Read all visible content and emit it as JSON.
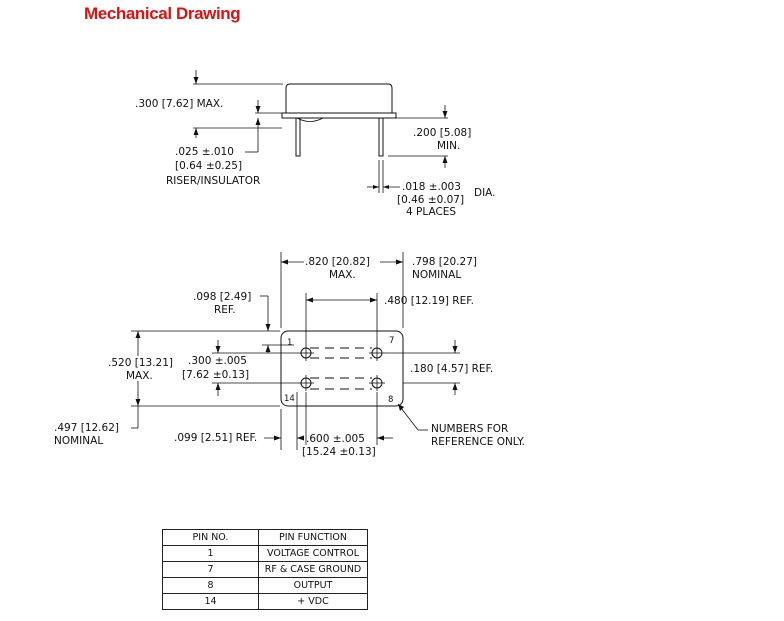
{
  "title": "Mechanical Drawing",
  "side_view": {
    "height_label": ".300 [7.62] MAX.",
    "riser_line1": ".025 ±.010",
    "riser_line2": "[0.64 ±0.25]",
    "riser_line3": "RISER/INSULATOR",
    "pin_length_line1": ".200 [5.08]",
    "pin_length_line2": "MIN.",
    "pin_dia_line1": ".018 ±.003",
    "pin_dia_line2": "[0.46 ±0.07]",
    "pin_dia_suffix": "DIA.",
    "pin_dia_line3": "4 PLACES"
  },
  "top_view": {
    "length_max_line1": ".820 [20.82]",
    "length_max_line2": "MAX.",
    "length_nom_line1": ".798 [20.27]",
    "length_nom_line2": "NOMINAL",
    "offset_top_line1": ".098 [2.49]",
    "offset_top_line2": "REF.",
    "inner_span": ".480 [12.19] REF.",
    "width_max_line1": ".520 [13.21]",
    "width_max_line2": "MAX.",
    "row_spacing_line1": ".300 ±.005",
    "row_spacing_line2": "[7.62 ±0.13]",
    "pin_offset_right": ".180 [4.57] REF.",
    "width_nom_line1": ".497 [12.62]",
    "width_nom_line2": "NOMINAL",
    "offset_bottom": ".099 [2.51] REF.",
    "pin_span_line1": ".600 ±.005",
    "pin_span_line2": "[15.24 ±0.13]",
    "note_line1": "NUMBERS FOR",
    "note_line2": "REFERENCE ONLY.",
    "pin_labels": [
      "1",
      "7",
      "14",
      "8"
    ]
  },
  "pin_table": {
    "headers": [
      "PIN NO.",
      "PIN FUNCTION"
    ],
    "rows": [
      {
        "pin": "1",
        "function": "VOLTAGE CONTROL"
      },
      {
        "pin": "7",
        "function": "RF & CASE GROUND"
      },
      {
        "pin": "8",
        "function": "OUTPUT"
      },
      {
        "pin": "14",
        "function": "+ VDC"
      }
    ]
  }
}
